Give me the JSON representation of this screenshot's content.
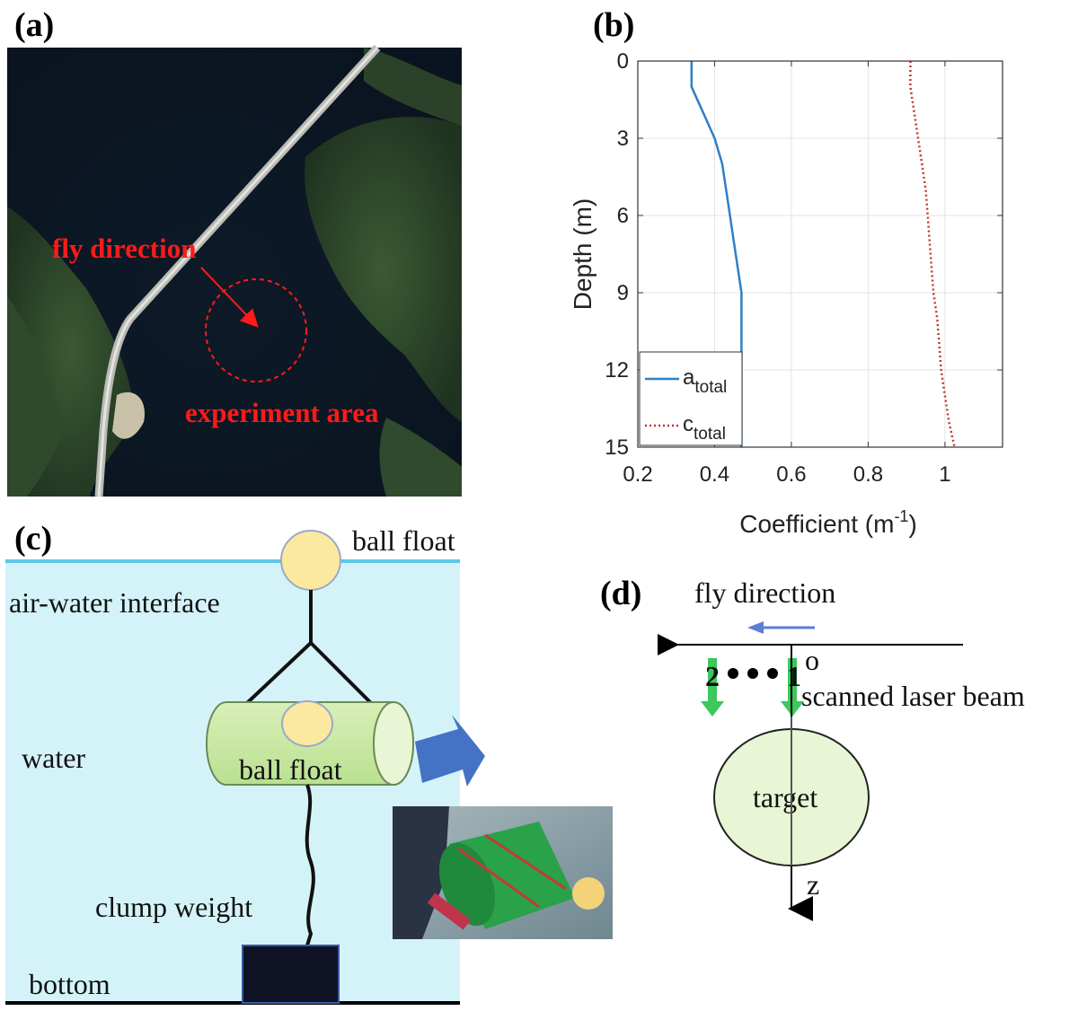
{
  "panels": {
    "a": {
      "label": "(a)",
      "fly_direction": "fly direction",
      "experiment_area": "experiment area",
      "accent_color": "#ff1a1a"
    },
    "b": {
      "label": "(b)"
    },
    "c": {
      "label": "(c)",
      "ball_float_top": "ball float",
      "air_water_interface": "air-water interface",
      "water": "water",
      "ball_float_inner": "ball float",
      "clump_weight": "clump weight",
      "bottom": "bottom",
      "water_color": "#d4f3f9"
    },
    "d": {
      "label": "(d)",
      "fly_direction": "fly direction",
      "origin": "o",
      "beam_2": "2",
      "beam_1": "1",
      "scanned_laser_beam": "scanned laser beam",
      "target": "target",
      "z_axis": "z",
      "beam_color": "#3cc85a",
      "arrow_color": "#5b7fd6"
    }
  },
  "chart_data": {
    "type": "line",
    "xlabel": "Coefficient (m",
    "xlabel_sup": "-1",
    "xlabel_end": ")",
    "ylabel": "Depth (m)",
    "xlim": [
      0.2,
      1.15
    ],
    "ylim": [
      0,
      15
    ],
    "y_inverted": true,
    "xticks": [
      0.2,
      0.4,
      0.6,
      0.8,
      1
    ],
    "xtick_labels": [
      "0.2",
      "0.4",
      "0.6",
      "0.8",
      "1"
    ],
    "yticks": [
      0,
      3,
      6,
      9,
      12,
      15
    ],
    "ytick_labels": [
      "0",
      "3",
      "6",
      "9",
      "12",
      "15"
    ],
    "grid": true,
    "legend_position": "bottom-left",
    "series": [
      {
        "name": "a",
        "name_sub": "total",
        "style": "solid",
        "color": "#2f7fc4",
        "points": [
          [
            0.34,
            0
          ],
          [
            0.34,
            1
          ],
          [
            0.37,
            2
          ],
          [
            0.4,
            3
          ],
          [
            0.42,
            4
          ],
          [
            0.43,
            5
          ],
          [
            0.44,
            6
          ],
          [
            0.45,
            7
          ],
          [
            0.46,
            8
          ],
          [
            0.47,
            9
          ],
          [
            0.47,
            10
          ],
          [
            0.47,
            11
          ],
          [
            0.47,
            12
          ],
          [
            0.47,
            13
          ],
          [
            0.47,
            14
          ],
          [
            0.47,
            15
          ]
        ]
      },
      {
        "name": "c",
        "name_sub": "total",
        "style": "dotted",
        "color": "#c0392b",
        "points": [
          [
            0.91,
            0
          ],
          [
            0.91,
            1
          ],
          [
            0.92,
            2
          ],
          [
            0.93,
            3
          ],
          [
            0.94,
            4
          ],
          [
            0.95,
            5
          ],
          [
            0.955,
            6
          ],
          [
            0.96,
            7
          ],
          [
            0.965,
            8
          ],
          [
            0.97,
            9
          ],
          [
            0.98,
            10
          ],
          [
            0.985,
            11
          ],
          [
            0.99,
            12
          ],
          [
            1.0,
            13
          ],
          [
            1.01,
            14
          ],
          [
            1.025,
            15
          ]
        ]
      }
    ]
  }
}
